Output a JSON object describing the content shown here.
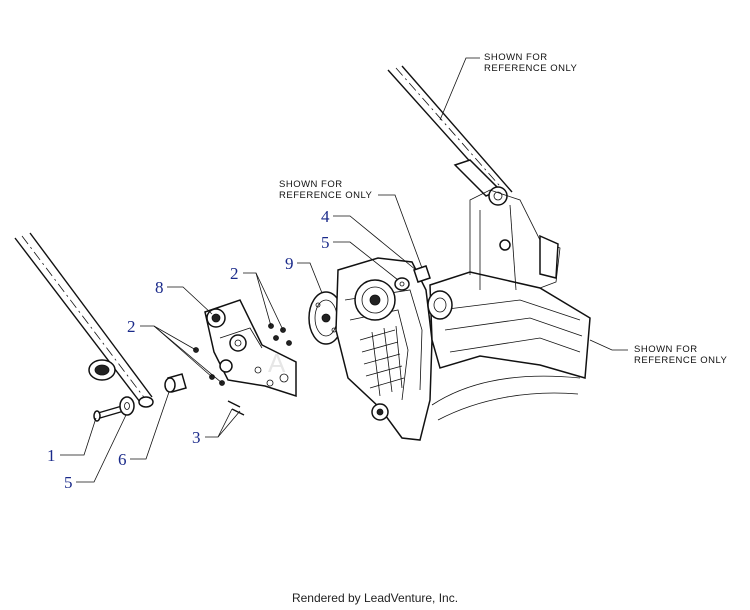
{
  "callouts": {
    "c1": "1",
    "c2a": "2",
    "c2b": "2",
    "c3": "3",
    "c4": "4",
    "c5a": "5",
    "c5b": "5",
    "c6": "6",
    "c8": "8",
    "c9": "9"
  },
  "notes": {
    "top_line1": "SHOWN FOR",
    "top_line2": "REFERENCE ONLY",
    "mid_line1": "SHOWN FOR",
    "mid_line2": "REFERENCE ONLY",
    "right_line1": "SHOWN FOR",
    "right_line2": "REFERENCE ONLY"
  },
  "footer": "Rendered by LeadVenture, Inc.",
  "colors": {
    "callout": "#1a2a8a",
    "line": "#111111"
  }
}
